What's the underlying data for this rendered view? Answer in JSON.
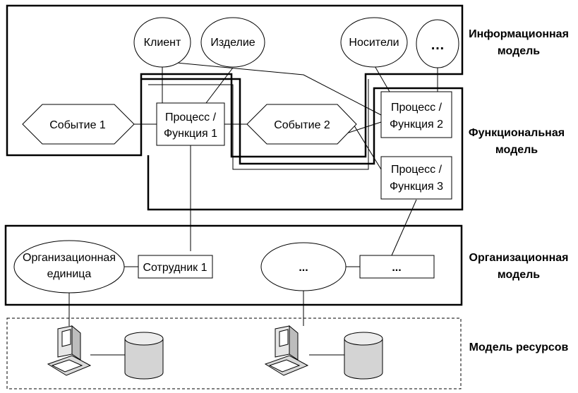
{
  "models": {
    "information": [
      "Информационная",
      "модель"
    ],
    "functional": [
      "Функциональная",
      "модель"
    ],
    "organizational": [
      "Организационная",
      "модель"
    ],
    "resources": "Модель ресурсов"
  },
  "ellipses": {
    "client": "Клиент",
    "product": "Изделие",
    "media": "Носители",
    "more": "…"
  },
  "events": {
    "e1": "Событие 1",
    "e2": "Событие 2"
  },
  "processes": {
    "p1": [
      "Процесс /",
      "Функция 1"
    ],
    "p2": [
      "Процесс /",
      "Функция 2"
    ],
    "p3": [
      "Процесс /",
      "Функция 3"
    ]
  },
  "org": {
    "unit": [
      "Организационная",
      "единица"
    ],
    "employee": "Сотрудник 1",
    "ellipsis_more": "...",
    "box_more": "..."
  }
}
